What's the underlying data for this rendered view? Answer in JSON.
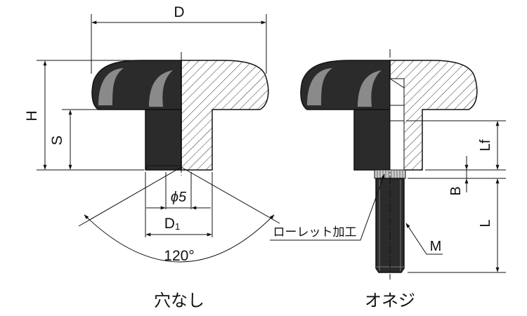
{
  "dimensions": {
    "D": "D",
    "H": "H",
    "S": "S",
    "phi5": "ϕ5",
    "D1_main": "D",
    "D1_sub": "1",
    "angle": "120°",
    "Lf": "Lf",
    "B": "B",
    "L": "L",
    "M": "M"
  },
  "labels": {
    "knurl": "ローレット加工"
  },
  "captions": {
    "no_hole": "穴なし",
    "male_thread": "オネジ"
  }
}
